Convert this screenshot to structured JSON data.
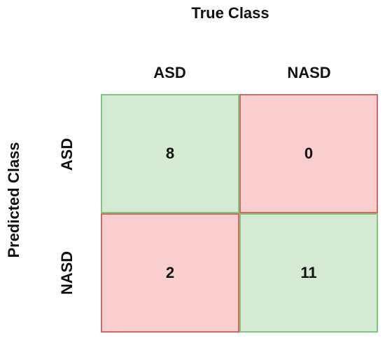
{
  "title": "True Class",
  "y_title": "Predicted Class",
  "columns": [
    "ASD",
    "NASD"
  ],
  "rows": [
    "ASD",
    "NASD"
  ],
  "cells": [
    [
      "8",
      "0"
    ],
    [
      "2",
      "11"
    ]
  ],
  "colors": {
    "correct_fill": "#d5ead3",
    "correct_border": "#82c77e",
    "wrong_fill": "#f9cece",
    "wrong_border": "#d06a6a"
  }
}
